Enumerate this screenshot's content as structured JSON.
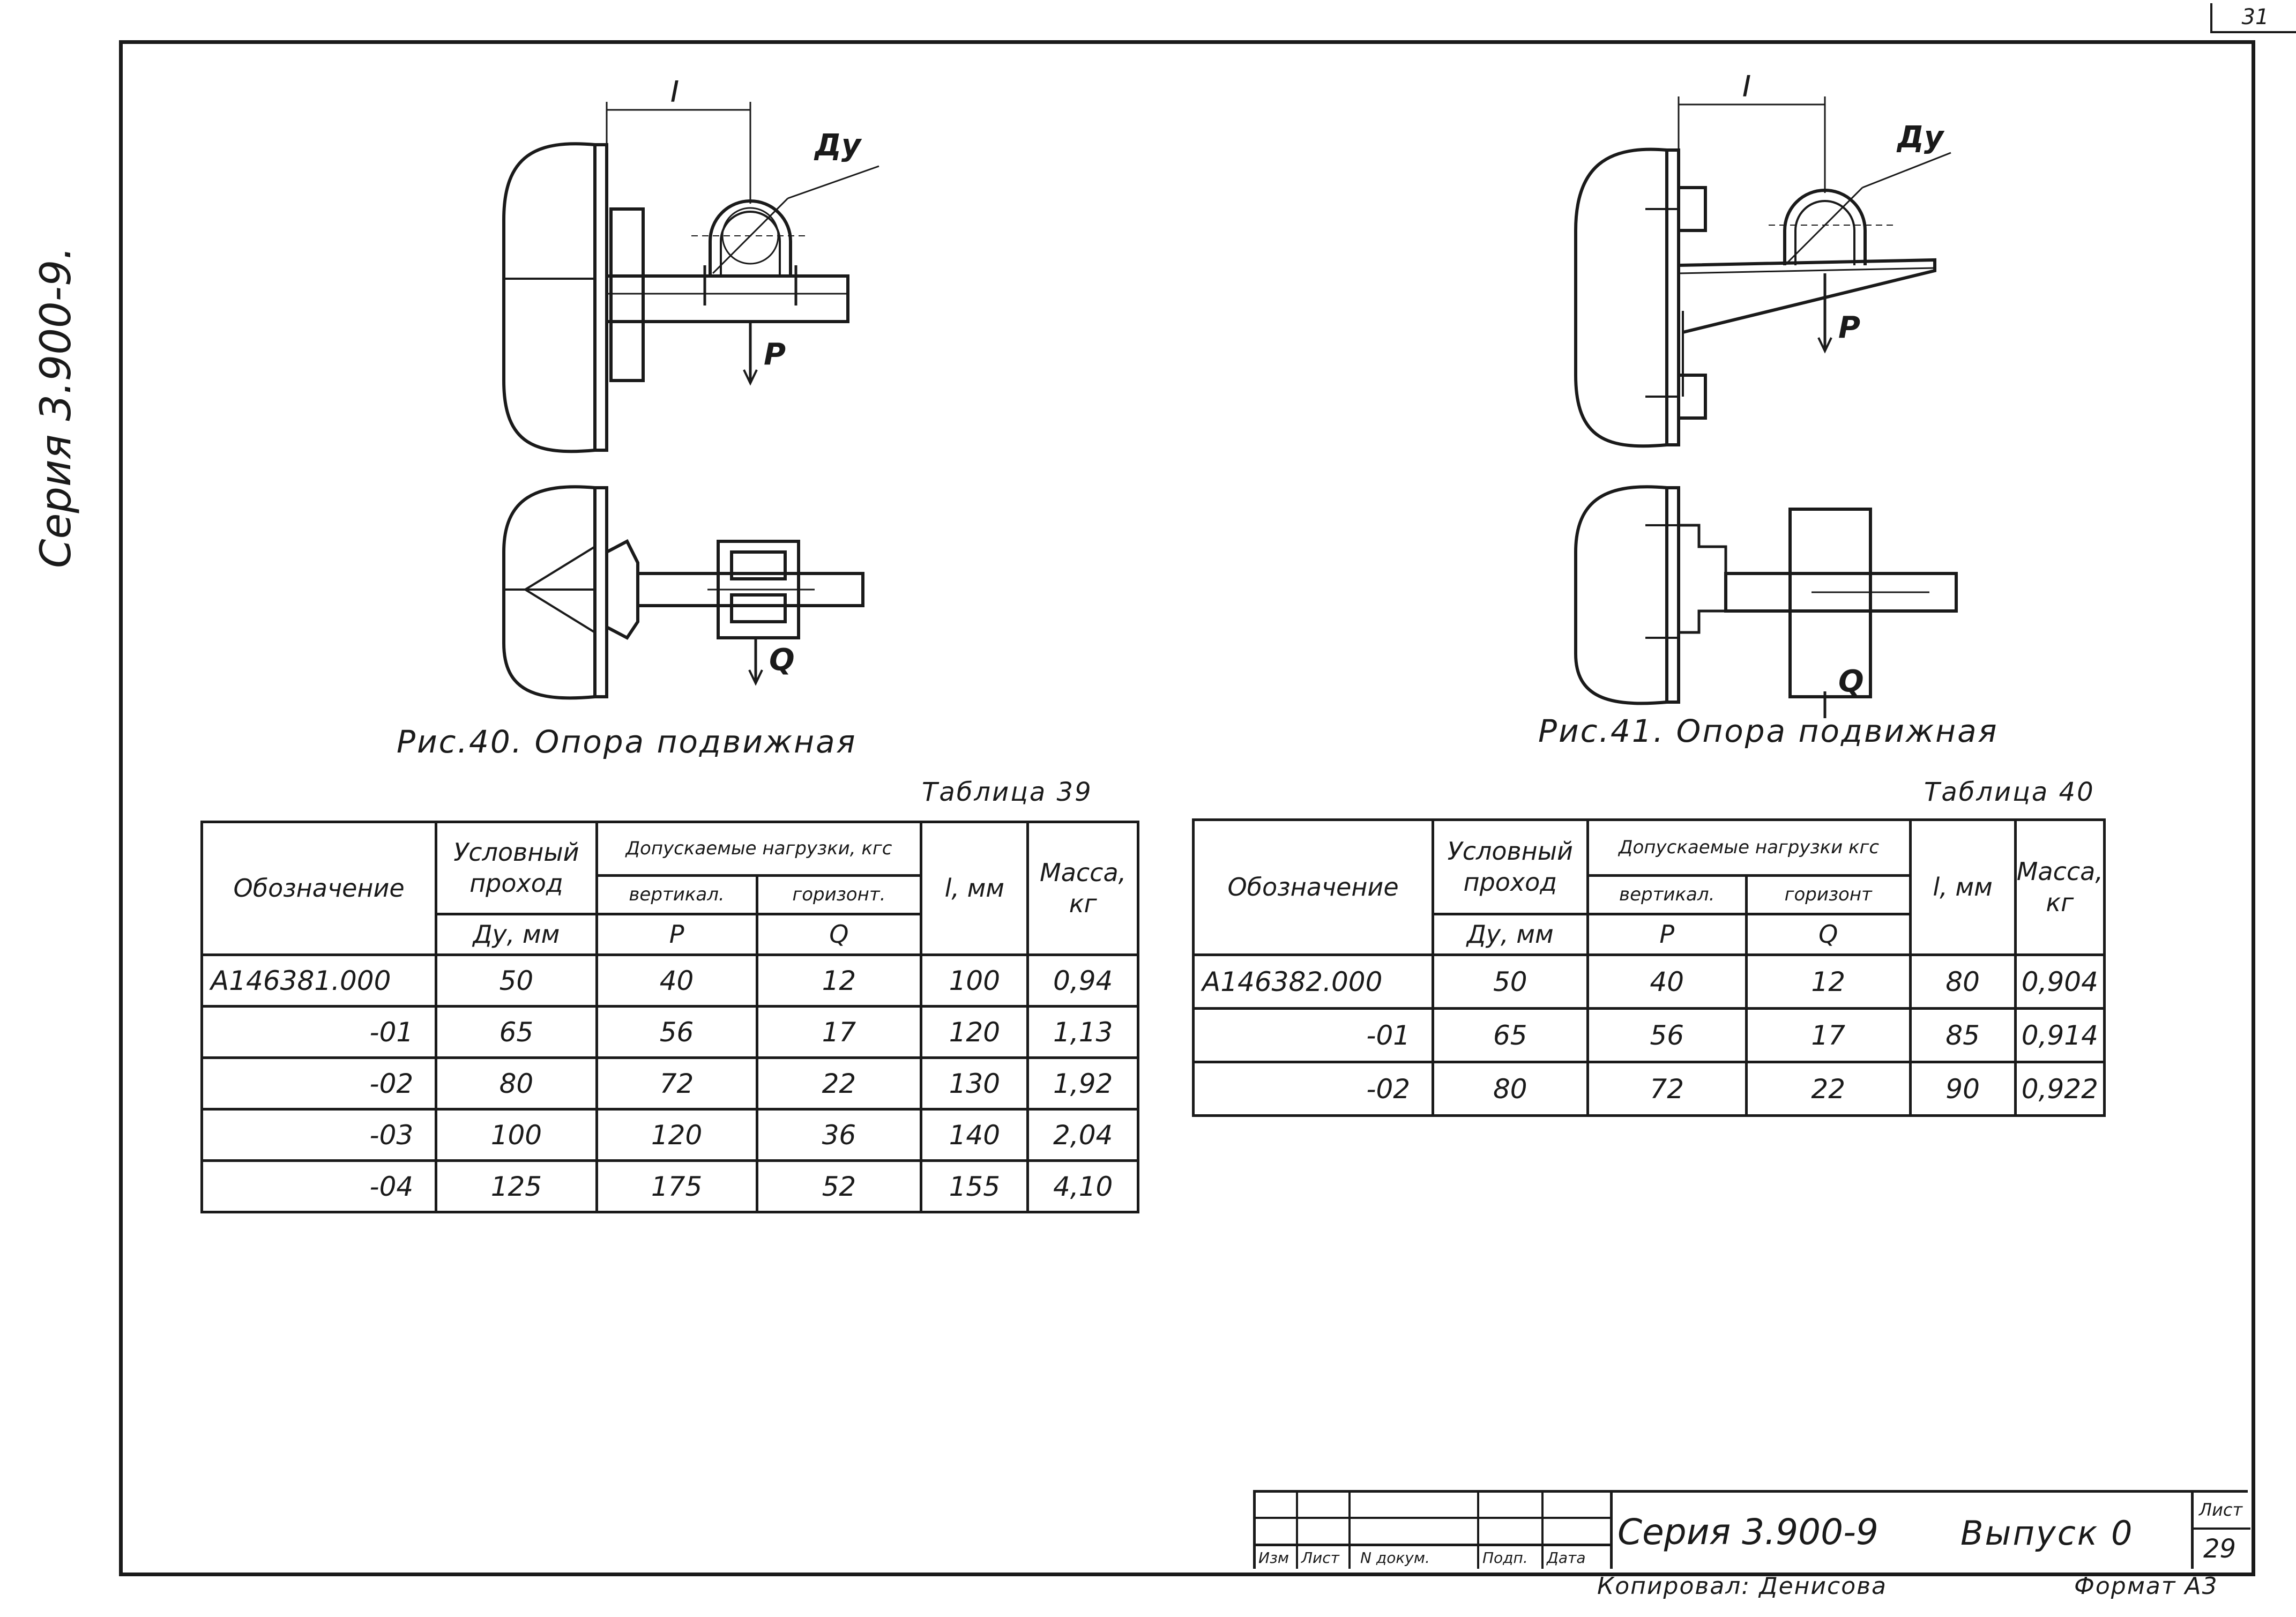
{
  "sheet_corner": "31",
  "side_series": "Серия 3.900-9.",
  "fig40": {
    "caption": "Рис.40. Опора подвижная",
    "dim_l": "l",
    "dn": "Ду",
    "load_p": "P",
    "load_q": "Q"
  },
  "fig41": {
    "caption": "Рис.41. Опора подвижная",
    "dim_l": "l",
    "dn": "Ду",
    "load_p": "P",
    "load_q": "Q"
  },
  "table39": {
    "caption": "Таблица 39",
    "headers": {
      "designation": "Обозначение",
      "nominal": "Условный проход",
      "nominal_unit": "Ду, мм",
      "loads": "Допускаемые нагрузки, кгс",
      "vertical": "вертикал.",
      "horizontal": "горизонт.",
      "p": "P",
      "q": "Q",
      "l": "l, мм",
      "mass": "Масса, кг"
    },
    "rows": [
      {
        "designation": "А146381.000",
        "dn": "50",
        "p": "40",
        "q": "12",
        "l": "100",
        "mass": "0,94"
      },
      {
        "designation": "-01",
        "dn": "65",
        "p": "56",
        "q": "17",
        "l": "120",
        "mass": "1,13"
      },
      {
        "designation": "-02",
        "dn": "80",
        "p": "72",
        "q": "22",
        "l": "130",
        "mass": "1,92"
      },
      {
        "designation": "-03",
        "dn": "100",
        "p": "120",
        "q": "36",
        "l": "140",
        "mass": "2,04"
      },
      {
        "designation": "-04",
        "dn": "125",
        "p": "175",
        "q": "52",
        "l": "155",
        "mass": "4,10"
      }
    ]
  },
  "table40": {
    "caption": "Таблица 40",
    "headers": {
      "designation": "Обозначение",
      "nominal": "Условный проход",
      "nominal_unit": "Ду, мм",
      "loads": "Допускаемые нагрузки кгс",
      "vertical": "вертикал.",
      "horizontal": "горизонт",
      "p": "P",
      "q": "Q",
      "l": "l, мм",
      "mass": "Масса, кг"
    },
    "rows": [
      {
        "designation": "А146382.000",
        "dn": "50",
        "p": "40",
        "q": "12",
        "l": "80",
        "mass": "0,904"
      },
      {
        "designation": "-01",
        "dn": "65",
        "p": "56",
        "q": "17",
        "l": "85",
        "mass": "0,914"
      },
      {
        "designation": "-02",
        "dn": "80",
        "p": "72",
        "q": "22",
        "l": "90",
        "mass": "0,922"
      }
    ]
  },
  "stamp": {
    "col_izm": "Изм",
    "col_list": "Лист",
    "col_doc": "N докум.",
    "col_sign": "Подп.",
    "col_date": "Дата",
    "series": "Серия 3.900-9",
    "issue": "Выпуск 0",
    "sheet_label": "Лист",
    "sheet_no": "29"
  },
  "copied_by": "Копировал: Денисова",
  "format": "Формат А3"
}
